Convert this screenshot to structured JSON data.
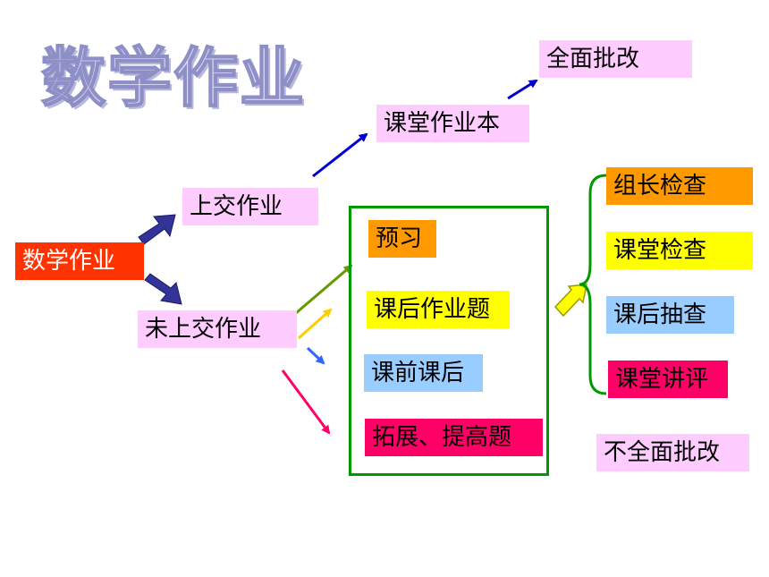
{
  "title": "数学作业",
  "nodes": {
    "root": "数学作业",
    "submitted": "上交作业",
    "not_submitted": "未上交作业",
    "class_workbook": "课堂作业本",
    "full_grading": "全面批改",
    "preview": "预习",
    "after_class_problems": "课后作业题",
    "before_after_class": "课前课后",
    "extension": "拓展、提高题",
    "group_leader_check": "组长检查",
    "in_class_check": "课堂检查",
    "after_class_spot_check": "课后抽查",
    "in_class_review": "课堂讲评",
    "partial_grading": "不全面批改"
  },
  "colors": {
    "root_bg": "#ff3300",
    "label_bg": "#ffccff",
    "orange": "#ff9900",
    "yellow": "#ffff00",
    "light_blue": "#99ccff",
    "magenta": "#ff0066",
    "frame_green": "#009900",
    "navy_arrow": "#333399",
    "blue_arrow": "#0000cc"
  }
}
